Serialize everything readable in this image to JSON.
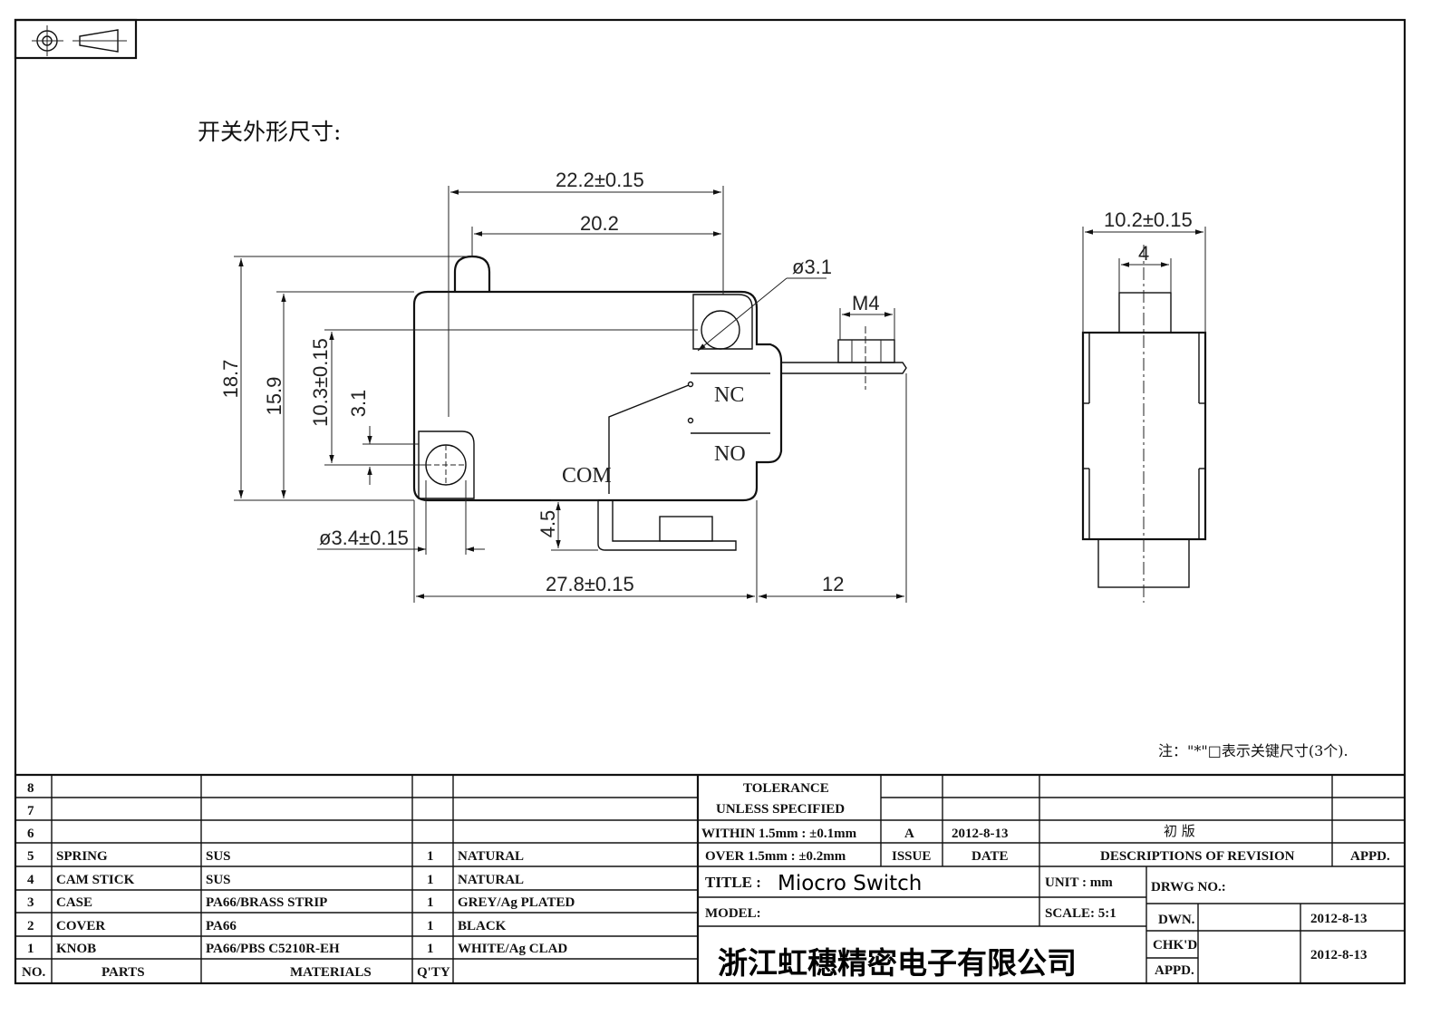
{
  "heading": "开关外形尺寸:",
  "note": "注：\"*\"□表示关键尺寸(3个).",
  "front_view": {
    "dims": {
      "overall_width_top": "22.2±0.15",
      "plunger_to_hole": "20.2",
      "hole_dia_top": "ø3.1",
      "thread": "M4",
      "height_total": "18.7",
      "height_body": "15.9",
      "hole_spacing": "10.3±0.15",
      "hole_offset": "3.1",
      "hole_dia_bottom": "ø3.4±0.15",
      "terminal_height": "4.5",
      "body_length": "27.8±0.15",
      "terminal_length": "12"
    },
    "labels": {
      "nc": "NC",
      "no": "NO",
      "com": "COM"
    }
  },
  "side_view": {
    "dims": {
      "width": "10.2±0.15",
      "plunger_width": "4"
    }
  },
  "parts_table": {
    "headers": {
      "no": "NO.",
      "parts": "PARTS",
      "materials": "MATERIALS",
      "qty": "Q'TY"
    },
    "rows": [
      {
        "no": "8",
        "part": "",
        "material": "",
        "qty": "",
        "finish": ""
      },
      {
        "no": "7",
        "part": "",
        "material": "",
        "qty": "",
        "finish": ""
      },
      {
        "no": "6",
        "part": "",
        "material": "",
        "qty": "",
        "finish": ""
      },
      {
        "no": "5",
        "part": "SPRING",
        "material": "SUS",
        "qty": "1",
        "finish": "NATURAL"
      },
      {
        "no": "4",
        "part": "CAM STICK",
        "material": "SUS",
        "qty": "1",
        "finish": "NATURAL"
      },
      {
        "no": "3",
        "part": "CASE",
        "material": "PA66/BRASS STRIP",
        "qty": "1",
        "finish": "GREY/Ag PLATED"
      },
      {
        "no": "2",
        "part": "COVER",
        "material": "PA66",
        "qty": "1",
        "finish": "BLACK"
      },
      {
        "no": "1",
        "part": "KNOB",
        "material": "PA66/PBS C5210R-EH",
        "qty": "1",
        "finish": "WHITE/Ag CLAD"
      }
    ]
  },
  "title_block": {
    "tolerance_1": "TOLERANCE",
    "tolerance_2": "UNLESS  SPECIFIED",
    "within": "WITHIN 1.5mm : ±0.1mm",
    "over": "OVER 1.5mm : ±0.2mm",
    "issue_value": "A",
    "date_value": "2012-8-13",
    "revision_value": "初 版",
    "issue_label": "ISSUE",
    "date_label": "DATE",
    "desc_label": "DESCRIPTIONS OF REVISION",
    "appd_label": "APPD.",
    "title_label": "TITLE :",
    "title_value": "Miocro Switch",
    "unit": "UNIT :  mm",
    "drwg": "DRWG NO.:",
    "model": "MODEL:",
    "scale": "SCALE:  5:1",
    "dwn": "DWN.",
    "dwn_date": "2012-8-13",
    "chkd": "CHK'D",
    "chkd_date": "2012-8-13",
    "appd": "APPD.",
    "company": "浙江虹穗精密电子有限公司"
  }
}
